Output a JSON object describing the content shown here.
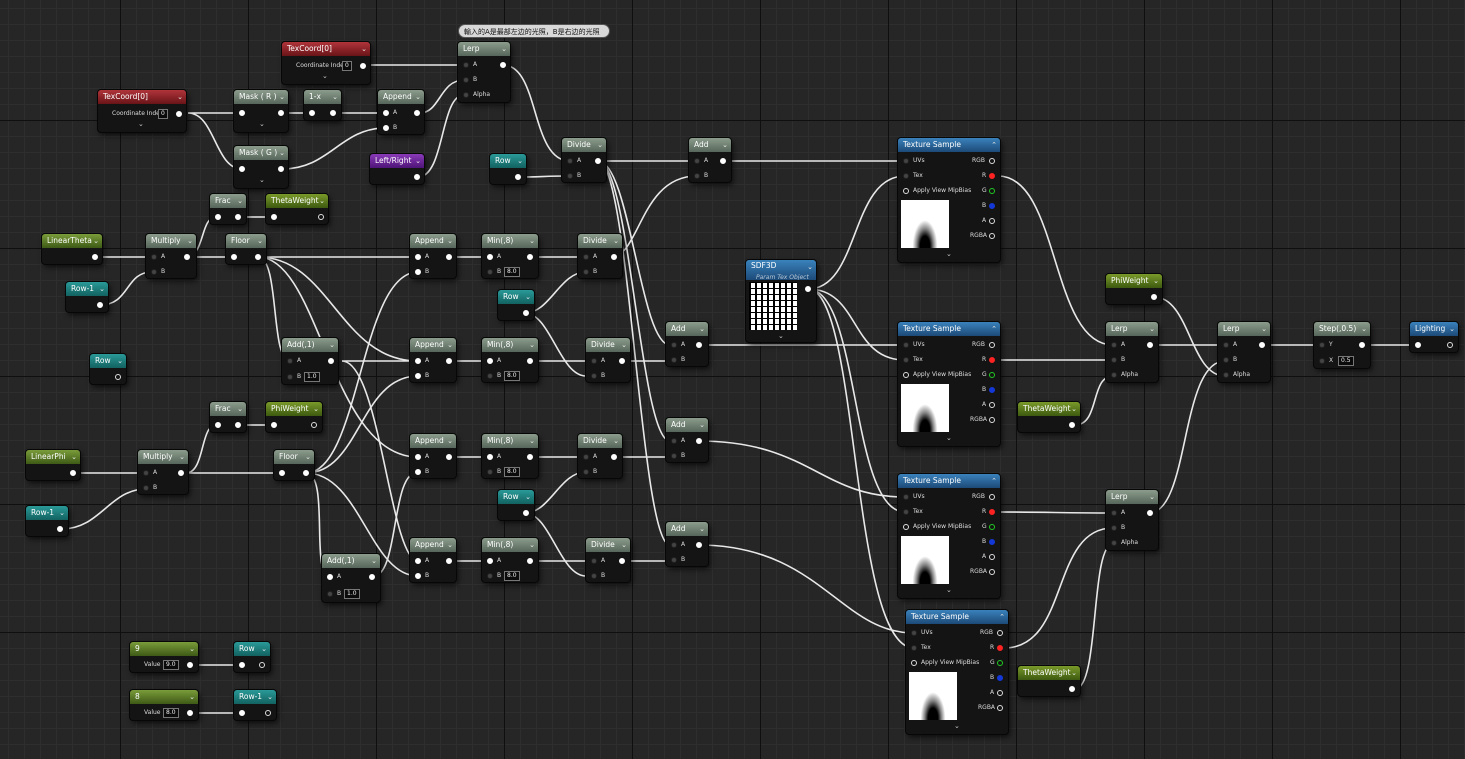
{
  "comment": "輸入的A是最部左边的光照，B是右边的光照",
  "nodes": {
    "texcoord1": {
      "title": "TexCoord[0]",
      "coord_label": "Coordinate Index",
      "coord_value": "0"
    },
    "texcoord2": {
      "title": "TexCoord[0]",
      "coord_label": "Coordinate Index",
      "coord_value": "0"
    },
    "mask_r": {
      "title": "Mask ( R )"
    },
    "mask_g": {
      "title": "Mask ( G )"
    },
    "one_minus": {
      "title": "1-x"
    },
    "append_top": {
      "title": "Append",
      "a": "A",
      "b": "B"
    },
    "lerp_top": {
      "title": "Lerp",
      "a": "A",
      "b": "B",
      "alpha": "Alpha"
    },
    "left_right": {
      "title": "Left/Right"
    },
    "row_a": {
      "title": "Row"
    },
    "divide_top": {
      "title": "Divide",
      "a": "A",
      "b": "B"
    },
    "add_top": {
      "title": "Add",
      "a": "A",
      "b": "B"
    },
    "linear_theta": {
      "title": "LinearTheta"
    },
    "row_minus1_a": {
      "title": "Row-1"
    },
    "multiply_a": {
      "title": "Multiply",
      "a": "A",
      "b": "B"
    },
    "frac_a": {
      "title": "Frac"
    },
    "theta_weight_out": {
      "title": "ThetaWeight"
    },
    "floor_a": {
      "title": "Floor"
    },
    "append_1": {
      "title": "Append",
      "a": "A",
      "b": "B"
    },
    "min_1": {
      "title": "Min(,8)",
      "a": "A",
      "b": "B",
      "b_value": "8.0"
    },
    "divide_1": {
      "title": "Divide",
      "a": "A",
      "b": "B"
    },
    "row_b": {
      "title": "Row"
    },
    "add1_a": {
      "title": "Add(,1)",
      "a": "A",
      "b": "B",
      "b_value": "1.0"
    },
    "append_2": {
      "title": "Append",
      "a": "A",
      "b": "B"
    },
    "min_2": {
      "title": "Min(,8)",
      "a": "A",
      "b": "B",
      "b_value": "8.0"
    },
    "divide_2": {
      "title": "Divide",
      "a": "A",
      "b": "B"
    },
    "row_c": {
      "title": "Row"
    },
    "frac_b": {
      "title": "Frac"
    },
    "phi_weight_out": {
      "title": "PhiWeight"
    },
    "linear_phi": {
      "title": "LinearPhi"
    },
    "multiply_b": {
      "title": "Multiply",
      "a": "A",
      "b": "B"
    },
    "floor_b": {
      "title": "Floor"
    },
    "row_minus1_b": {
      "title": "Row-1"
    },
    "append_3": {
      "title": "Append",
      "a": "A",
      "b": "B"
    },
    "min_3": {
      "title": "Min(,8)",
      "a": "A",
      "b": "B",
      "b_value": "8.0"
    },
    "divide_3": {
      "title": "Divide",
      "a": "A",
      "b": "B"
    },
    "row_d": {
      "title": "Row"
    },
    "add1_b": {
      "title": "Add(,1)",
      "a": "A",
      "b": "B",
      "b_value": "1.0"
    },
    "append_4": {
      "title": "Append",
      "a": "A",
      "b": "B"
    },
    "min_4": {
      "title": "Min(,8)",
      "a": "A",
      "b": "B",
      "b_value": "8.0"
    },
    "divide_4": {
      "title": "Divide",
      "a": "A",
      "b": "B"
    },
    "add_1": {
      "title": "Add",
      "a": "A",
      "b": "B"
    },
    "add_2": {
      "title": "Add",
      "a": "A",
      "b": "B"
    },
    "add_3": {
      "title": "Add",
      "a": "A",
      "b": "B"
    },
    "sdf3d": {
      "title": "SDF3D",
      "subtitle": "Param Tex Object"
    },
    "const9": {
      "title": "9",
      "value_label": "Value",
      "value": "9.0"
    },
    "const8": {
      "title": "8",
      "value_label": "Value",
      "value": "8.0"
    },
    "row_out": {
      "title": "Row"
    },
    "row_minus1_out": {
      "title": "Row-1"
    },
    "phi_weight_in": {
      "title": "PhiWeight"
    },
    "theta_weight_in1": {
      "title": "ThetaWeight"
    },
    "theta_weight_in2": {
      "title": "ThetaWeight"
    },
    "lerp_mid": {
      "title": "Lerp",
      "a": "A",
      "b": "B",
      "alpha": "Alpha"
    },
    "lerp_bot": {
      "title": "Lerp",
      "a": "A",
      "b": "B",
      "alpha": "Alpha"
    },
    "lerp_final": {
      "title": "Lerp",
      "a": "A",
      "b": "B",
      "alpha": "Alpha"
    },
    "step": {
      "title": "Step(,0.5)",
      "y": "Y",
      "x": "X",
      "x_value": "0.5"
    },
    "lighting": {
      "title": "Lighting"
    }
  },
  "texture_sample": {
    "title": "Texture Sample",
    "uvs": "UVs",
    "tex": "Tex",
    "mip": "Apply View MipBias",
    "rgb": "RGB",
    "r": "R",
    "g": "G",
    "b": "B",
    "a": "A",
    "rgba": "RGBA"
  },
  "colors": {
    "wire": "#e8e8e8",
    "pin_red": "#ff2222",
    "pin_green": "#22cc22",
    "pin_blue": "#1438d8"
  }
}
